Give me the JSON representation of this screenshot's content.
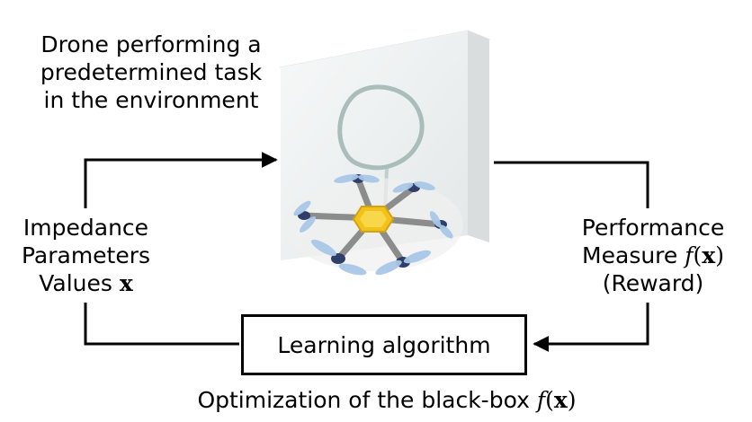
{
  "top_label": {
    "line1": "Drone performing a",
    "line2": "predetermined task",
    "line3": "in the environment"
  },
  "left_label": {
    "line1": "Impedance",
    "line2": "Parameters",
    "line3_text": "Values",
    "line3_symbol": "x"
  },
  "right_label": {
    "line1": "Performance",
    "line2_text": "Measure",
    "line2_func": "f",
    "line2_arg": "x",
    "line3": "(Reward)"
  },
  "box_label": "Learning algorithm",
  "bottom_caption": {
    "text": "Optimization of the black-box",
    "func": "f",
    "arg": "x"
  },
  "colors": {
    "rotor": "#a9c8e8",
    "hub": "#f2c21a",
    "arm": "#8c8c8c",
    "panel": "#eef1f1",
    "trace": "#a9bdbb"
  }
}
